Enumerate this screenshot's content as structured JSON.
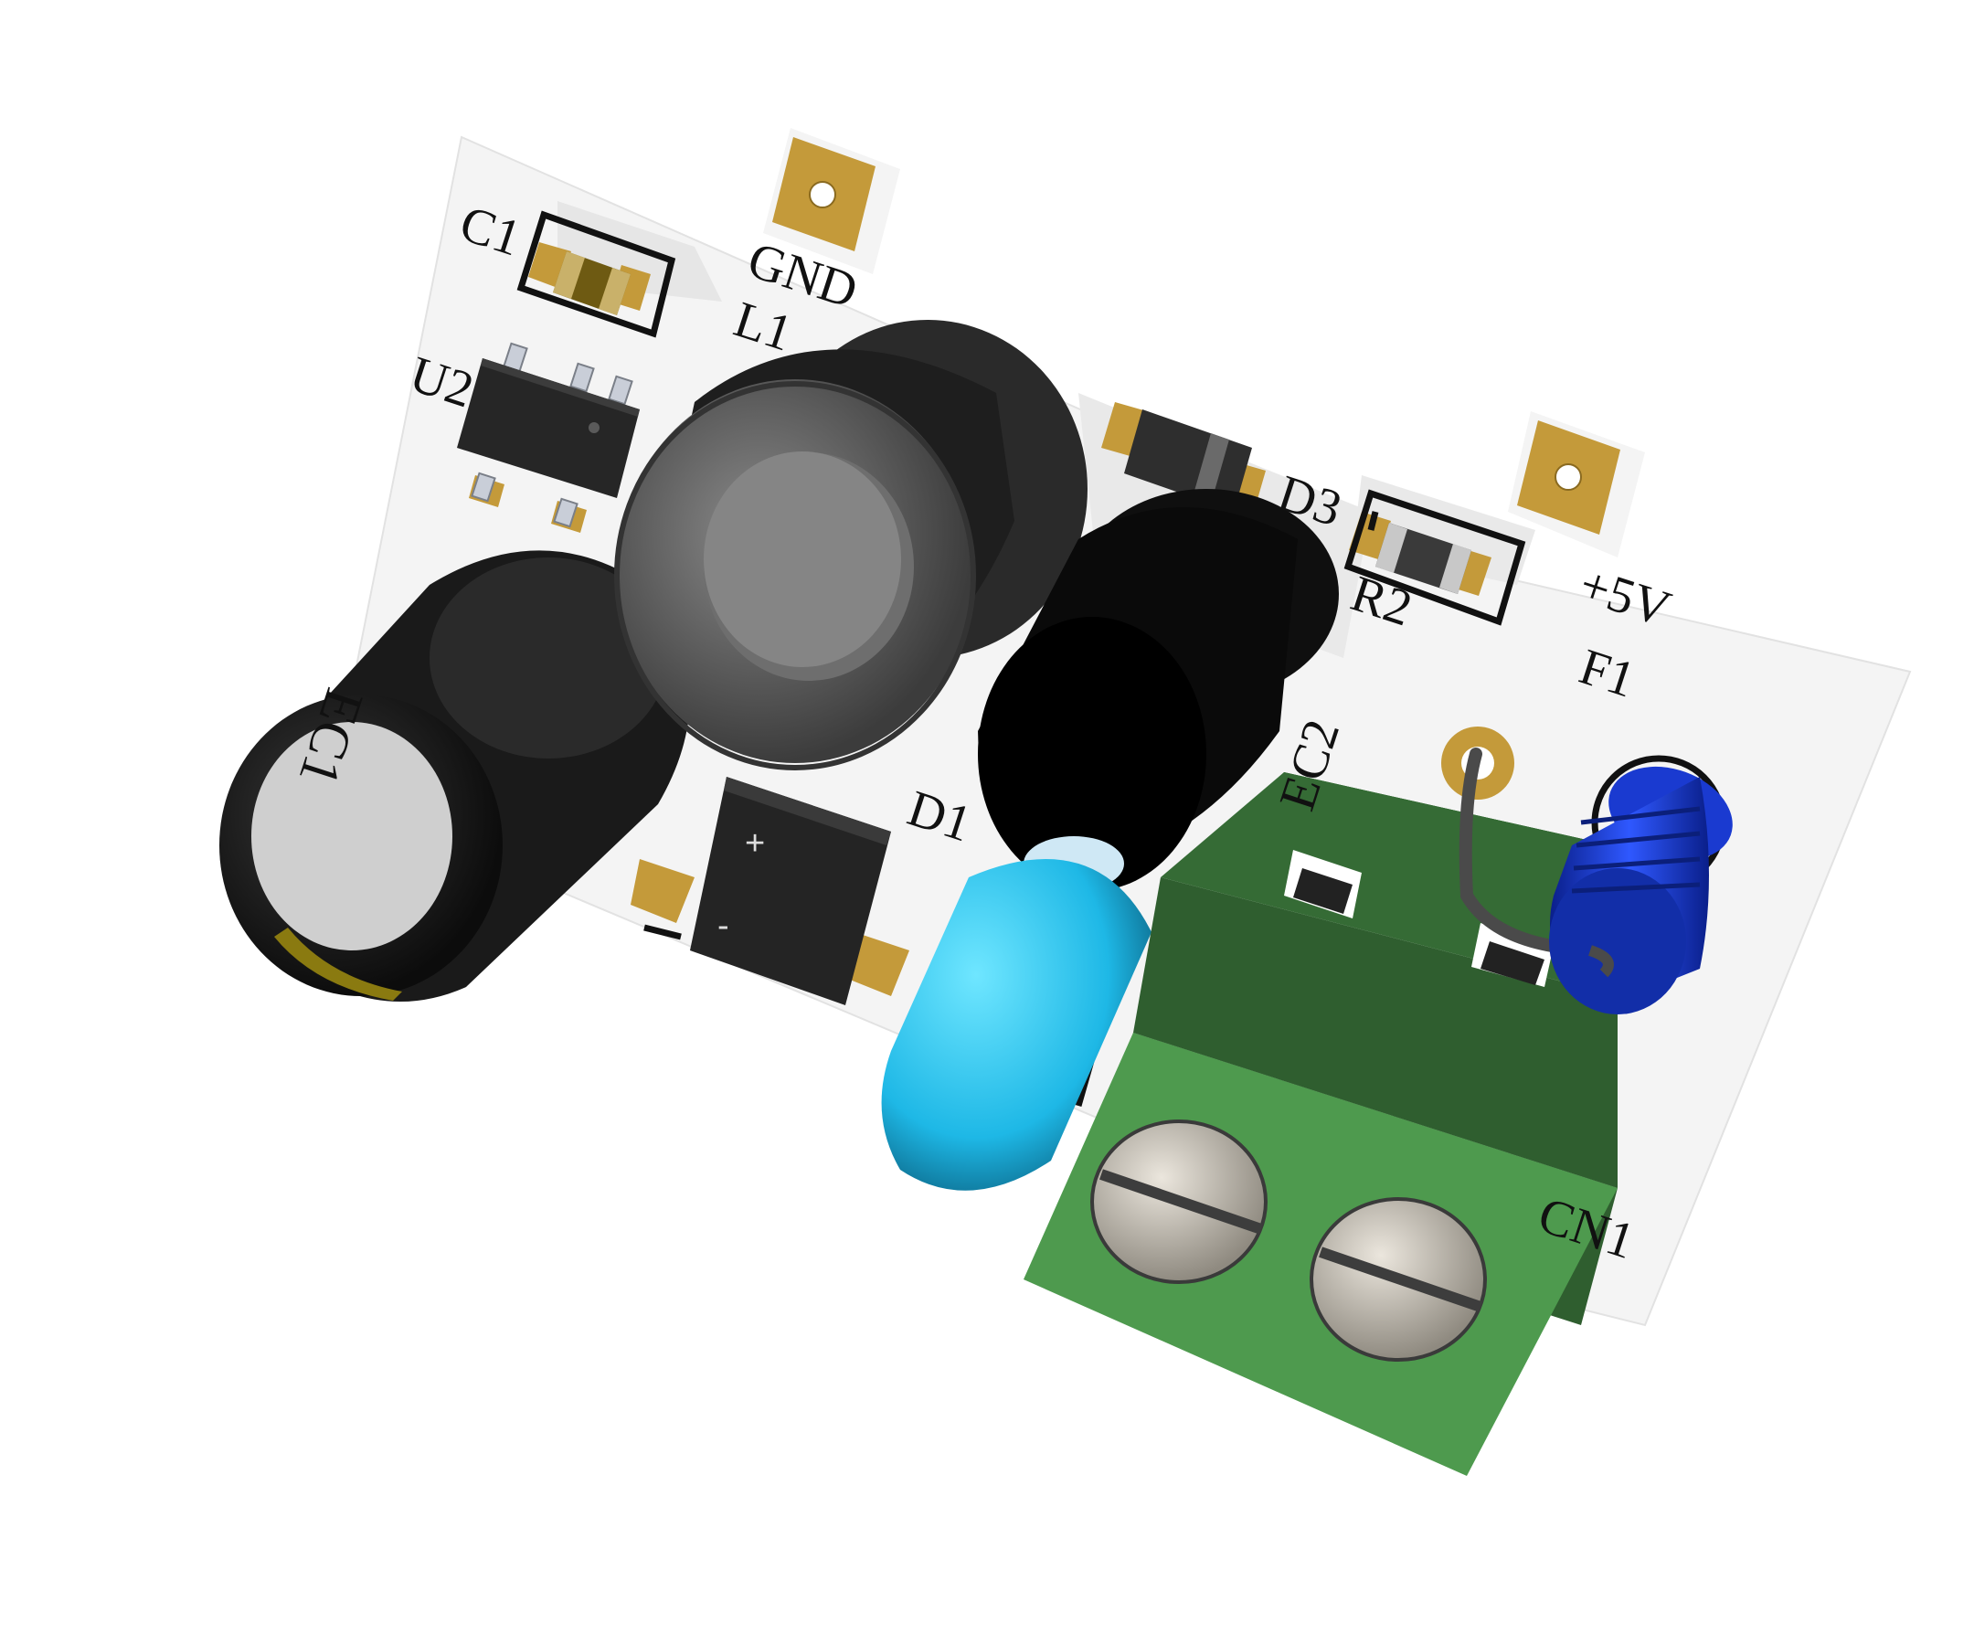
{
  "board": {
    "color": "#f4f4f4",
    "silk_color": "#111111",
    "pad_color": "#c49a3a",
    "labels": {
      "c1": "C1",
      "gnd": "GND",
      "l1": "L1",
      "u2": "U2",
      "ec1": "EC1",
      "d3": "D3",
      "r2": "R2",
      "plus5v": "+5V",
      "f1": "F1",
      "ec2": "EC2",
      "d1": "D1",
      "cn1": "CN1",
      "bridge_plus": "+",
      "bridge_minus": "-"
    }
  },
  "colors": {
    "terminal_block": "#3f8a3f",
    "capacitor_body": "#1c1c1c",
    "inductor_body": "#555555",
    "fuse_body": "#1f3fd0",
    "cap_ceramic": "#2ec8f0"
  }
}
